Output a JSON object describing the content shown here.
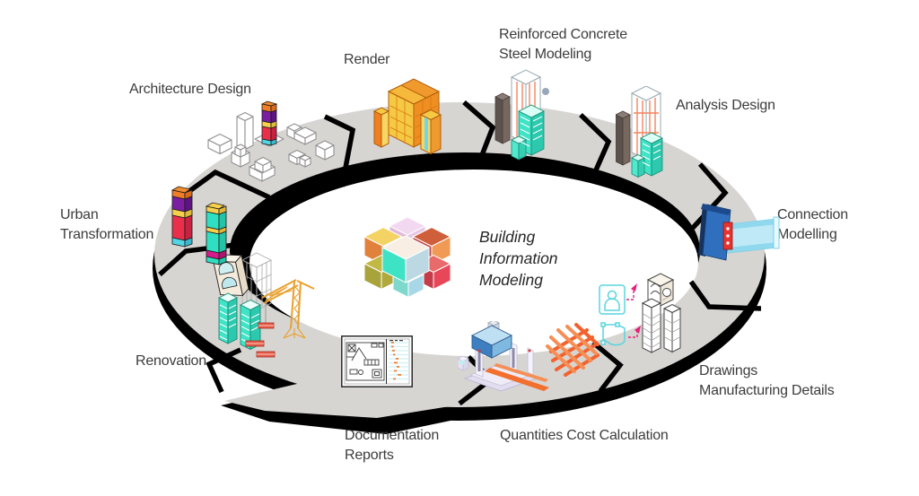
{
  "diagram_title": "Building Information Modeling cycle",
  "center": {
    "title_lines": [
      "Building",
      "Information",
      "Modeling"
    ],
    "icon": "bim-cubes-icon"
  },
  "stations": [
    {
      "id": "architecture-design",
      "icon": "architecture-design-icon",
      "label_lines": [
        "Architecture Design"
      ]
    },
    {
      "id": "render",
      "icon": "render-building-icon",
      "label_lines": [
        "Render"
      ]
    },
    {
      "id": "reinforced-concrete-steel-modeling",
      "icon": "reinforced-concrete-icon",
      "label_lines": [
        "Reinforced Concrete",
        "Steel Modeling"
      ]
    },
    {
      "id": "analysis-design",
      "icon": "analysis-building-icon",
      "label_lines": [
        "Analysis Design"
      ]
    },
    {
      "id": "connection-modelling",
      "icon": "steel-connection-icon",
      "label_lines": [
        "Connection",
        "Modelling"
      ]
    },
    {
      "id": "drawings-manufacturing-details",
      "icon": "drawings-detail-icon",
      "label_lines": [
        "Drawings",
        "Manufacturing Details"
      ]
    },
    {
      "id": "quantities-cost-calculation",
      "icon": "rebar-machine-icon",
      "label_lines": [
        "Quantities Cost Calculation"
      ]
    },
    {
      "id": "documentation-reports",
      "icon": "floorplan-sheet-icon",
      "label_lines": [
        "Documentation",
        "Reports"
      ]
    },
    {
      "id": "renovation",
      "icon": "crane-renovation-icon",
      "label_lines": [
        "Renovation"
      ]
    },
    {
      "id": "urban-transformation",
      "icon": "colored-towers-icon",
      "label_lines": [
        "Urban",
        "Transformation"
      ]
    }
  ],
  "colors": {
    "ring_gray": "#D7D5D2",
    "outline_black": "#000000",
    "label_text": "#3C3C3C",
    "center_text": "#262626",
    "teal": "#3FE3C6",
    "orange": "#F08030",
    "yellow": "#F5CF52",
    "red": "#E8344E",
    "purple": "#7B1FA2",
    "magenta": "#E81E78",
    "cyan_line": "#58D5DE",
    "steel_blue": "#2F6FBE",
    "light_blue": "#BFE9F6",
    "crane_yellow": "#E8A02E",
    "rebar_orange": "#F26F2E",
    "brick_red": "#E85A4A"
  }
}
